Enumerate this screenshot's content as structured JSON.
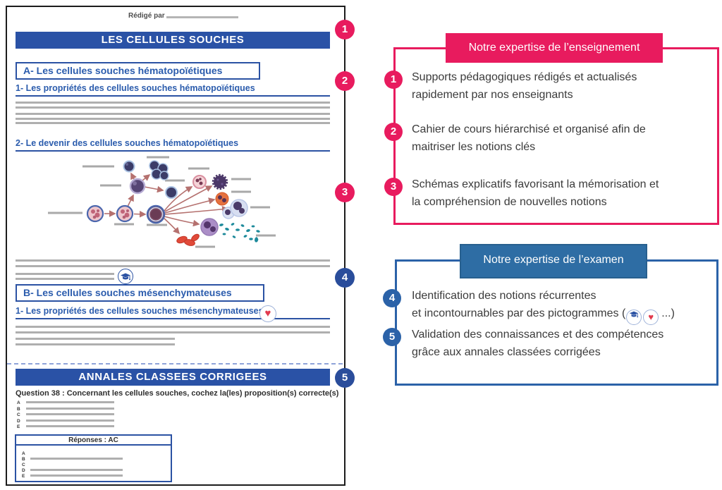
{
  "document": {
    "written_by_label": "Rédigé par",
    "course_banner": "LES CELLULES SOUCHES",
    "section_a_title": "A- Les cellules souches hématopoïétiques",
    "section_a_sub1": "1- Les propriétés des cellules souches hématopoïétiques",
    "section_a_sub2": "2- Le devenir des cellules souches hématopoïétiques",
    "section_b_title": "B- Les cellules souches mésenchymateuses",
    "section_b_sub1": "1- Les propriétés des cellules souches mésenchymateuses",
    "annales_banner": "ANNALES CLASSEES CORRIGEES",
    "question_text": "Question 38 : Concernant les cellules souches, cochez la(les) proposition(s) correcte(s)",
    "choice_letters": [
      "A",
      "B",
      "C",
      "D",
      "E"
    ],
    "answers_header": "Réponses : AC",
    "answer_letters": [
      "A",
      "B",
      "C",
      "D",
      "E"
    ]
  },
  "margin_badges": [
    "1",
    "2",
    "3",
    "4",
    "5"
  ],
  "callout_teaching": {
    "title": "Notre expertise de l’enseignement",
    "items": [
      {
        "num": "1",
        "lines": [
          "Supports pédagogiques rédigés et actualisés",
          "rapidement par nos enseignants"
        ]
      },
      {
        "num": "2",
        "lines": [
          "Cahier de cours hiérarchisé et organisé afin de",
          "maitriser les notions clés"
        ]
      },
      {
        "num": "3",
        "lines": [
          "Schémas explicatifs favorisant la mémorisation et",
          "la compréhension de nouvelles notions"
        ]
      }
    ]
  },
  "callout_exam": {
    "title": "Notre expertise de l’examen",
    "items": [
      {
        "num": "4",
        "lines": [
          "Identification des notions récurrentes",
          "et incontournables par des pictogrammes ("
        ],
        "suffix": "...)"
      },
      {
        "num": "5",
        "lines": [
          "Validation des connaissances et des compétences",
          "grâce aux annales classées corrigées"
        ]
      }
    ]
  },
  "icons": {
    "graduation_cap": "graduation-cap-icon",
    "heart": "heart-icon",
    "heart_glyph": "♥"
  },
  "colors": {
    "pink": "#E81B5E",
    "steel_blue": "#2E6DA4",
    "panel_blue": "#2B62A8",
    "doc_blue": "#2B52A3",
    "doc_banner_blue": "#2A52A6",
    "navy_badge": "#2A4D9B",
    "heart_red": "#E23B4E",
    "placeholder_gray": "#AFAFAF"
  }
}
